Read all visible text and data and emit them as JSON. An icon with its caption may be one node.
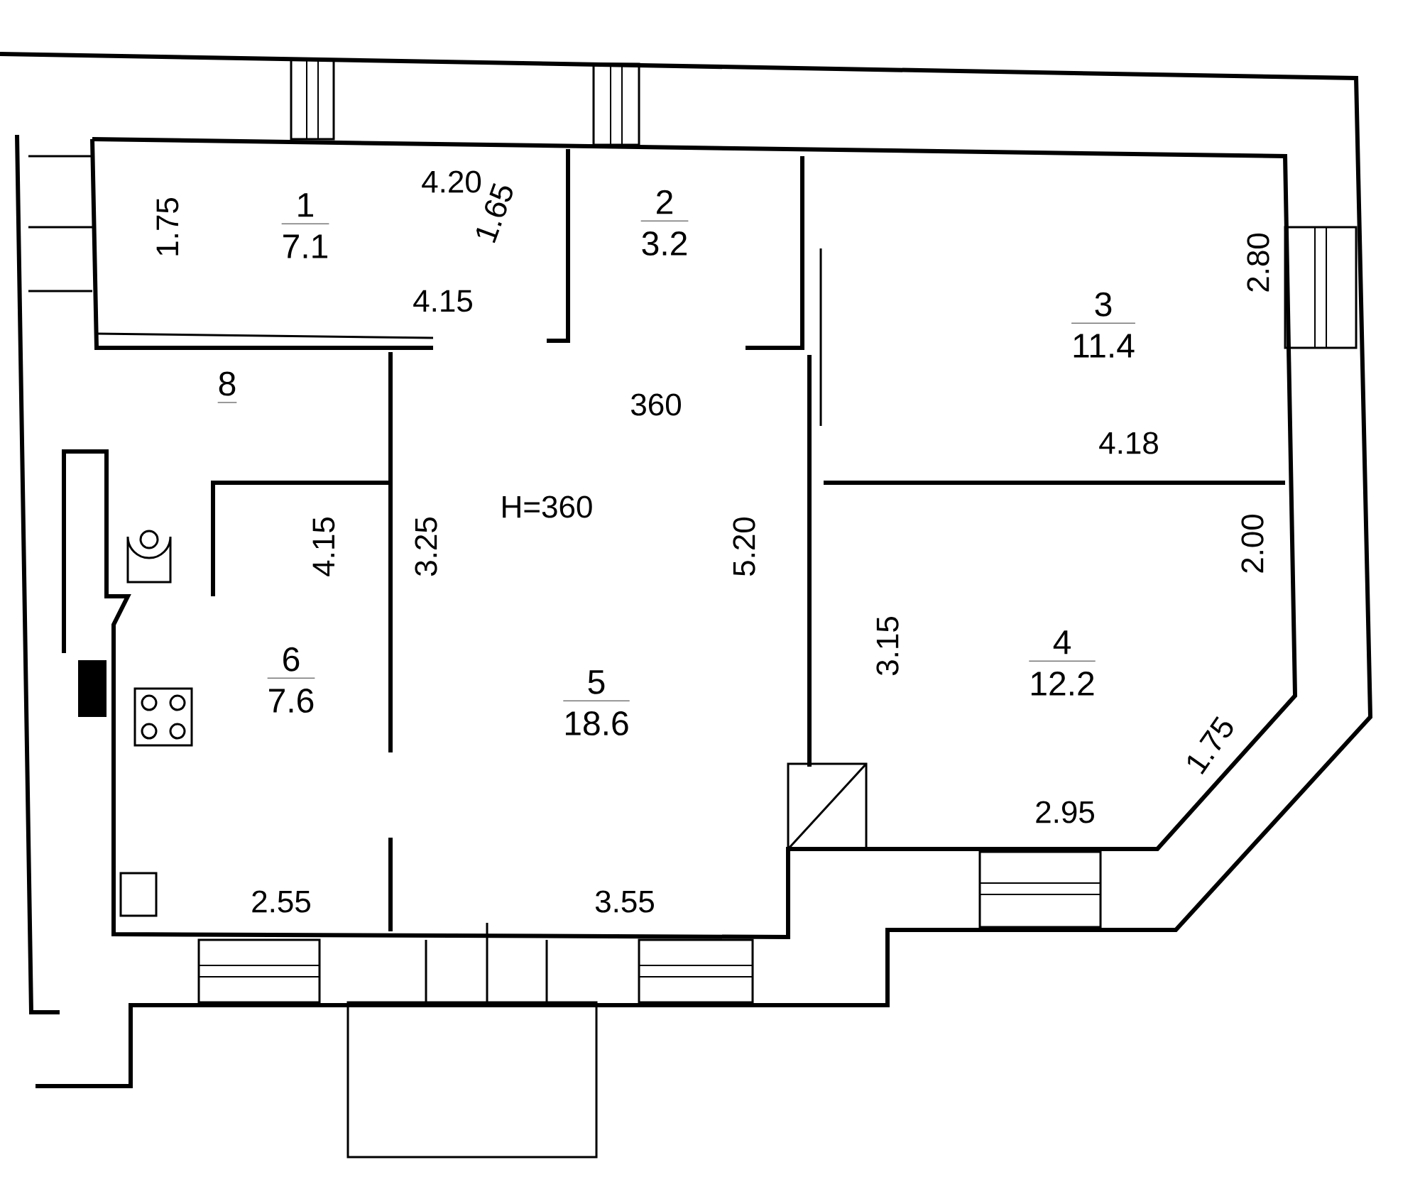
{
  "diagram": {
    "nodes": [
      {
        "text": [
          "1",
          "7.1"
        ]
      },
      {
        "text": [
          "2",
          "3.2"
        ]
      },
      {
        "text": [
          "3",
          "11.4"
        ]
      },
      {
        "text": [
          "4",
          "12.2"
        ]
      },
      {
        "text": [
          "5",
          "18.6"
        ]
      },
      {
        "text": [
          "6",
          "7.6"
        ]
      },
      {
        "text": [
          "8"
        ]
      }
    ],
    "labels": [
      "1.75",
      "4.20",
      "1.65",
      "4.15",
      "2.80",
      "360",
      "4.18",
      "H=360",
      "4.15",
      "3.25",
      "5.20",
      "2.00",
      "3.15",
      "1.75",
      "2.95",
      "2.55",
      "3.55"
    ]
  }
}
